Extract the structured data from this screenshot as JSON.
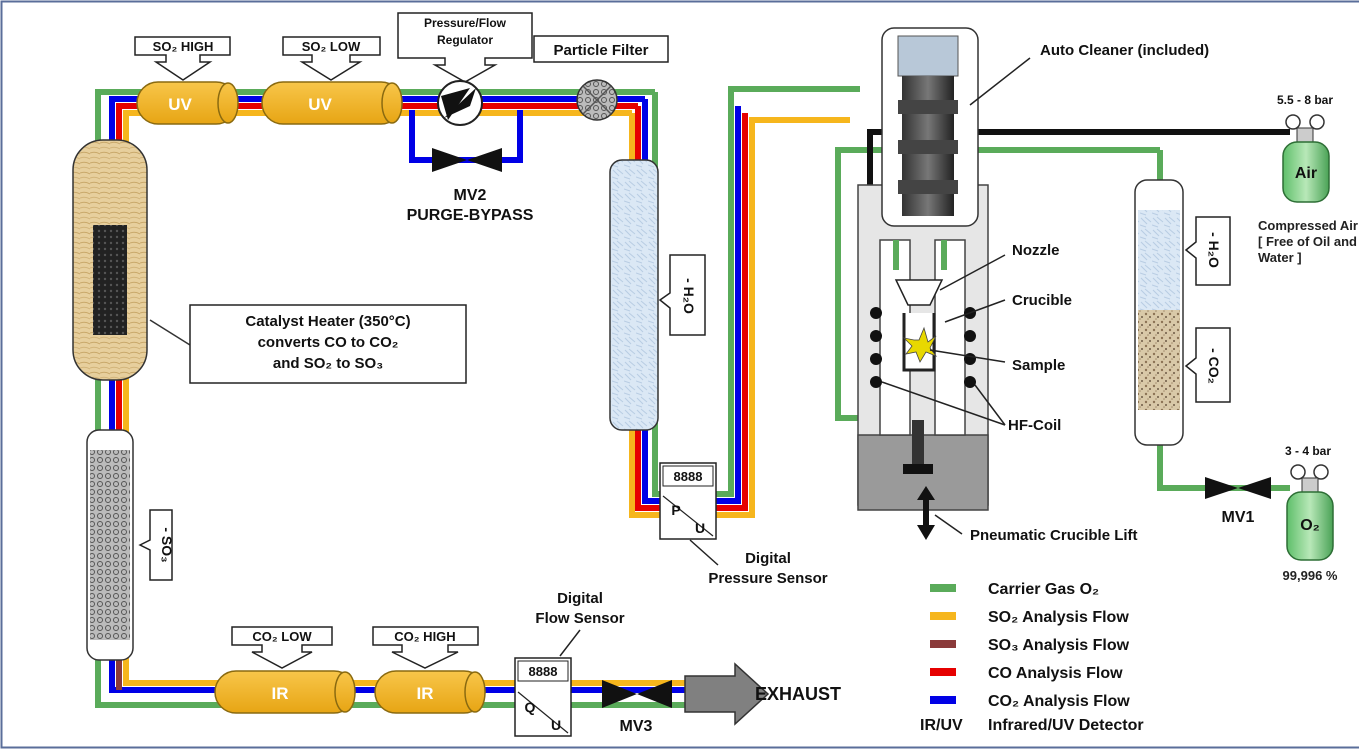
{
  "legend": {
    "items": [
      {
        "label": "Carrier Gas O₂",
        "color": "#5aab5a"
      },
      {
        "label": "SO₂ Analysis Flow",
        "color": "#f6b61d"
      },
      {
        "label": "SO₃ Analysis Flow",
        "color": "#8a3a3a"
      },
      {
        "label": "CO Analysis Flow",
        "color": "#e60000"
      },
      {
        "label": "CO₂ Analysis Flow",
        "color": "#0000e6"
      }
    ],
    "abbr_key": "IR/UV",
    "abbr_label": "Infrared/UV Detector"
  },
  "detectors": {
    "uv1": "UV",
    "uv2": "UV",
    "ir1": "IR",
    "ir2": "IR"
  },
  "labels": {
    "so2_high": "SO₂ HIGH",
    "so2_low": "SO₂ LOW",
    "regulator_1": "Pressure/Flow",
    "regulator_2": "Regulator",
    "particle_filter": "Particle Filter",
    "mv2_1": "MV2",
    "mv2_2": "PURGE-BYPASS",
    "catalyst_1": "Catalyst Heater (350°C)",
    "catalyst_2": "converts CO to CO₂",
    "catalyst_3": "and SO₂ to SO₃",
    "h2o_1": "- H₂O",
    "h2o_2": "- H₂O",
    "co2_trap": "- CO₂",
    "so3_trap": "- SO₃",
    "pressure_display": "8888",
    "pressure_p": "P",
    "pressure_u": "U",
    "pressure_1": "Digital",
    "pressure_2": "Pressure Sensor",
    "flow_display": "8888",
    "flow_q": "Q",
    "flow_u": "U",
    "flow_1": "Digital",
    "flow_2": "Flow Sensor",
    "co2_low": "CO₂ LOW",
    "co2_high": "CO₂ HIGH",
    "mv3": "MV3",
    "exhaust": "EXHAUST",
    "auto_cleaner": "Auto Cleaner (included)",
    "nozzle": "Nozzle",
    "crucible": "Crucible",
    "sample": "Sample",
    "hf_coil": "HF-Coil",
    "crucible_lift": "Pneumatic Crucible Lift",
    "air_pressure": "5.5 - 8 bar",
    "air": "Air",
    "compressed_1": "Compressed Air",
    "compressed_2": "[ Free of Oil and",
    "compressed_3": "Water ]",
    "o2_pressure": "3 - 4 bar",
    "o2": "O₂",
    "o2_purity": "99,996 %",
    "mv1": "MV1"
  }
}
